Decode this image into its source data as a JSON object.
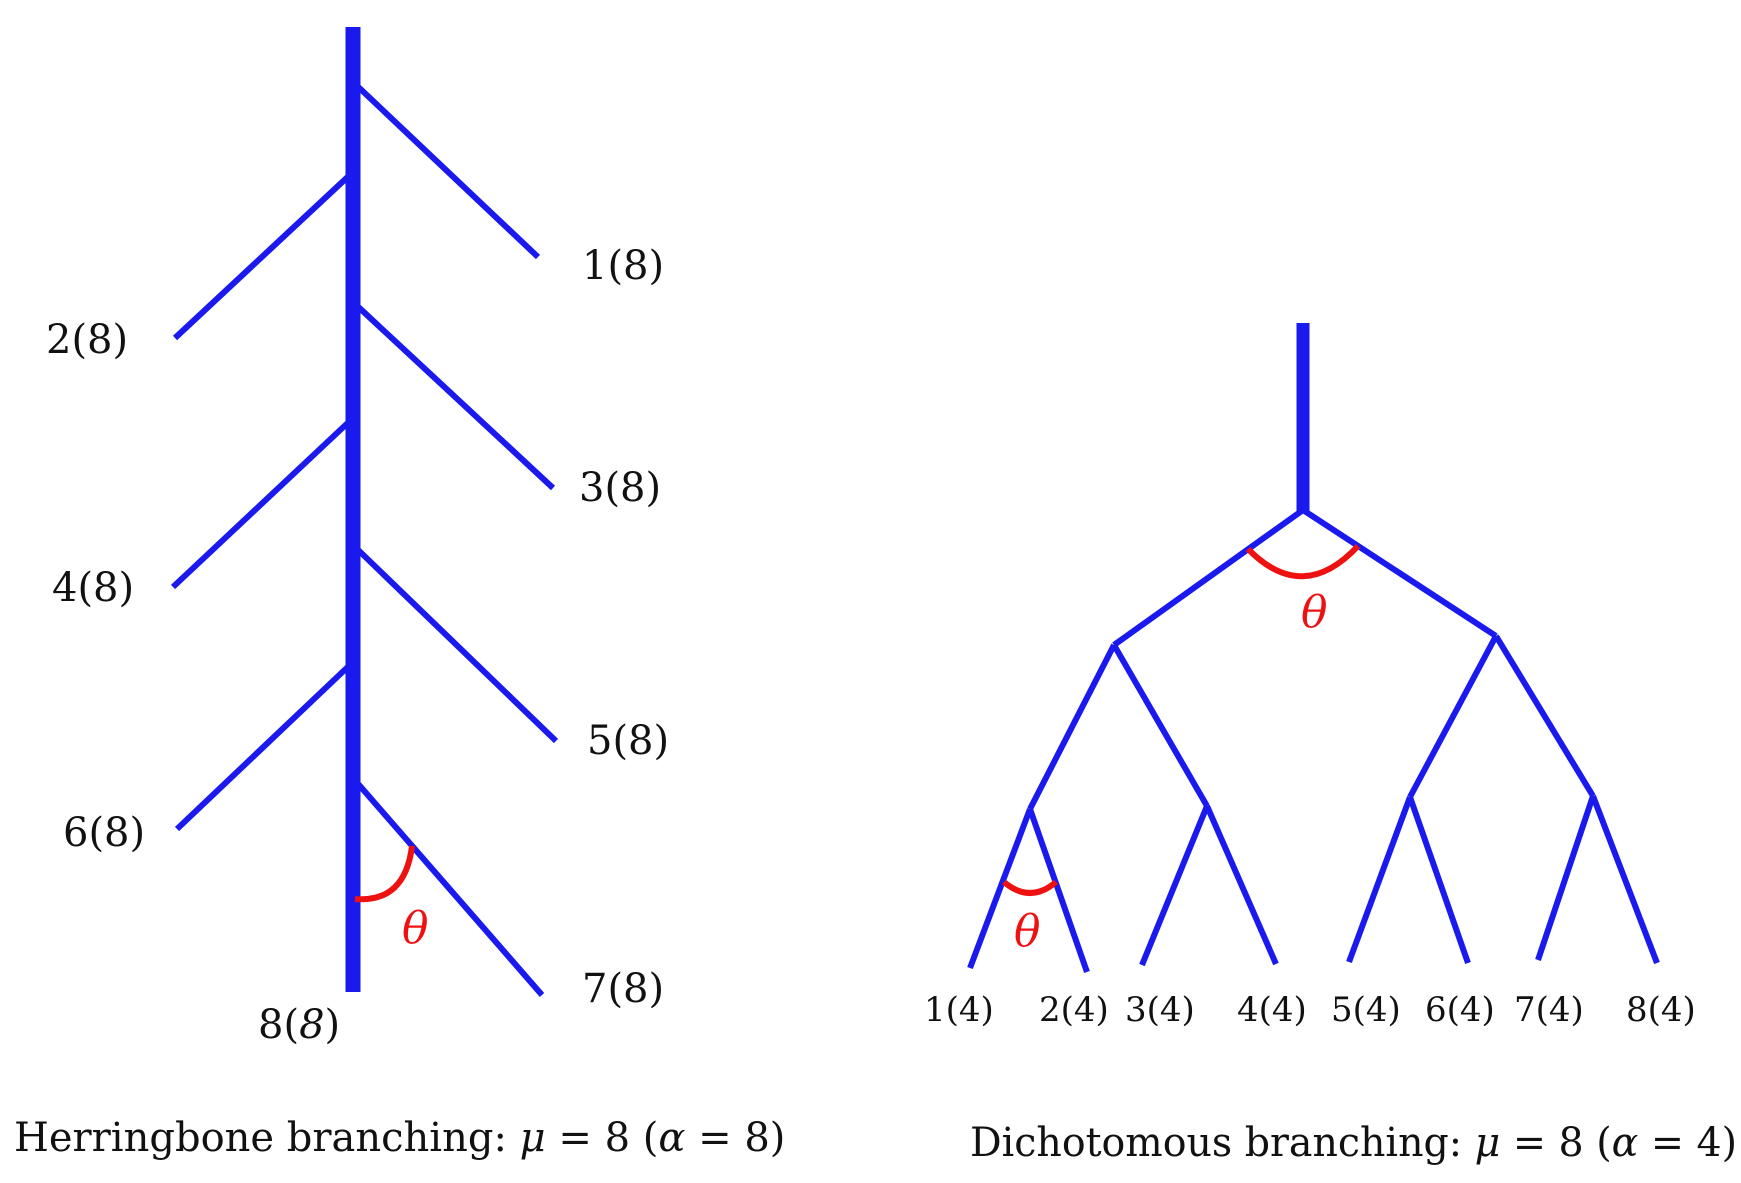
{
  "colors": {
    "branch": "#1a1aee",
    "angle": "#ee1111",
    "text": "#111111"
  },
  "herringbone": {
    "leaf_labels": [
      "1(8)",
      "2(8)",
      "3(8)",
      "4(8)",
      "5(8)",
      "6(8)",
      "7(8)"
    ],
    "trunk_label": {
      "num": "8(",
      "italic": "8",
      "close": ")"
    },
    "angle_symbol": "θ",
    "caption": {
      "text": "Herringbone branching: ",
      "mu": "μ",
      "mid": " = 8 (",
      "alpha": "α",
      "end": " = 8)"
    }
  },
  "dichotomous": {
    "leaf_labels": [
      "1(4)",
      "2(4)",
      "3(4)",
      "4(4)",
      "5(4)",
      "6(4)",
      "7(4)",
      "8(4)"
    ],
    "angle_symbol": "θ",
    "caption": {
      "text": "Dichotomous branching: ",
      "mu": "μ",
      "mid": " = 8 (",
      "alpha": "α",
      "end": " = 4)"
    }
  }
}
